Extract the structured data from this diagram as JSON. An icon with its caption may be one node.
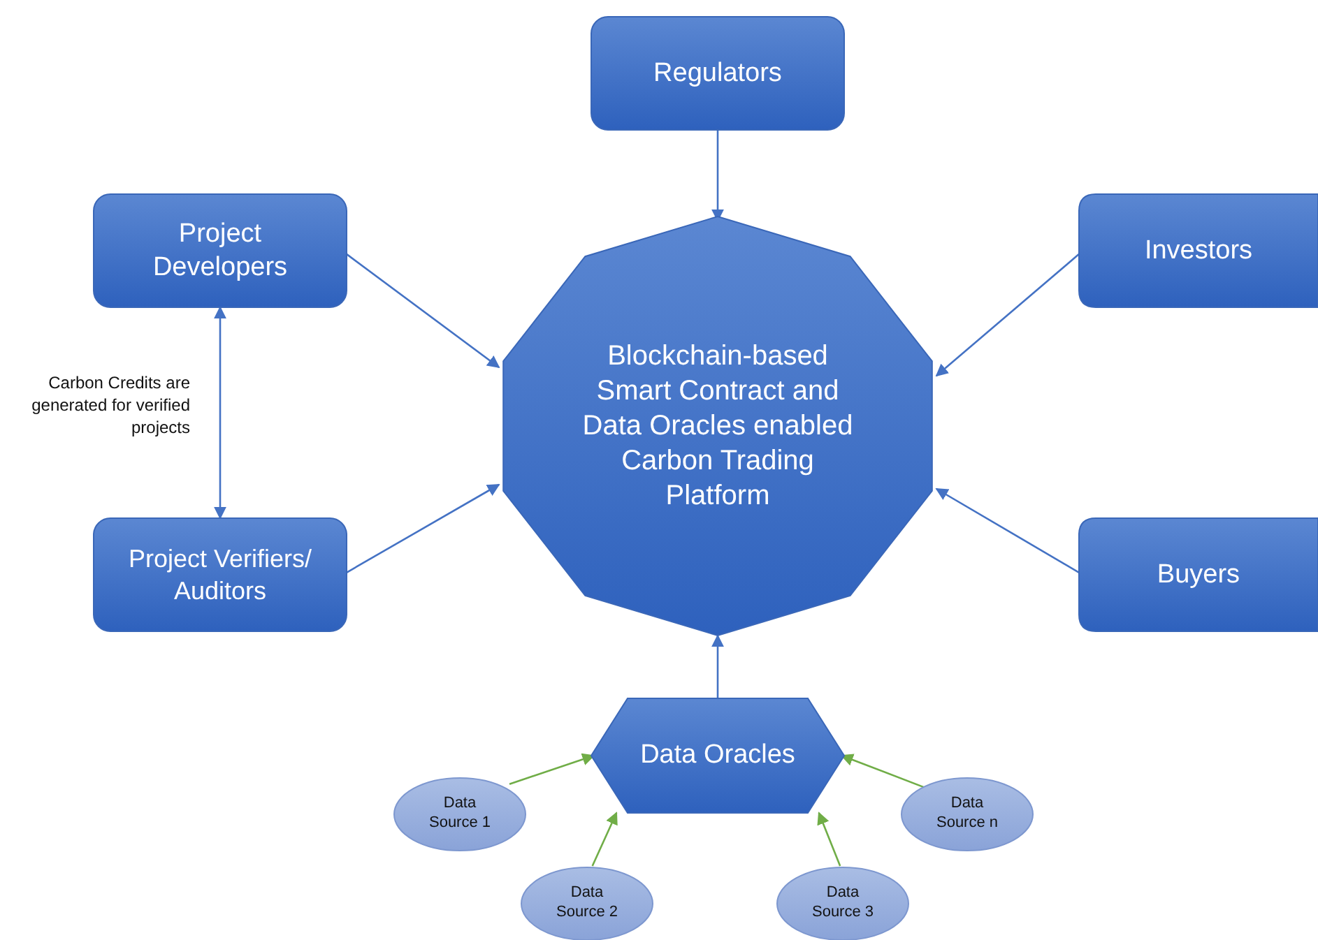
{
  "diagram": {
    "nodes": [
      {
        "text": [
          "Regulators"
        ]
      },
      {
        "text": [
          "Project Developers"
        ]
      },
      {
        "text": [
          "Investors"
        ]
      },
      {
        "text": [
          "Blockchain-based Smart Contract and Data Oracles enabled Carbon Trading Platform"
        ]
      },
      {
        "text": [
          "Project Verifiers/ Auditors"
        ]
      },
      {
        "text": [
          "Buyers"
        ]
      },
      {
        "text": [
          "Data Oracles"
        ]
      },
      {
        "text": [
          "Data Source 1"
        ]
      },
      {
        "text": [
          "Data Source 2"
        ]
      },
      {
        "text": [
          "Data Source 3"
        ]
      },
      {
        "text": [
          "Data Source n"
        ]
      }
    ],
    "edges": [
      {
        "from": 0,
        "to": 3,
        "arrow": "to"
      },
      {
        "from": 1,
        "to": 3,
        "arrow": "to"
      },
      {
        "from": 2,
        "to": 3,
        "arrow": "to"
      },
      {
        "from": 1,
        "to": 4,
        "arrow": "both",
        "label": "Carbon Credits are generated for verified projects"
      },
      {
        "from": 4,
        "to": 3,
        "arrow": "to"
      },
      {
        "from": 5,
        "to": 3,
        "arrow": "to"
      },
      {
        "from": 6,
        "to": 3,
        "arrow": "to"
      },
      {
        "from": 7,
        "to": 6,
        "arrow": "to",
        "color": "#70ad47"
      },
      {
        "from": 8,
        "to": 6,
        "arrow": "to",
        "color": "#70ad47"
      },
      {
        "from": 9,
        "to": 6,
        "arrow": "to",
        "color": "#70ad47"
      },
      {
        "from": 10,
        "to": 6,
        "arrow": "to",
        "color": "#70ad47"
      }
    ]
  }
}
